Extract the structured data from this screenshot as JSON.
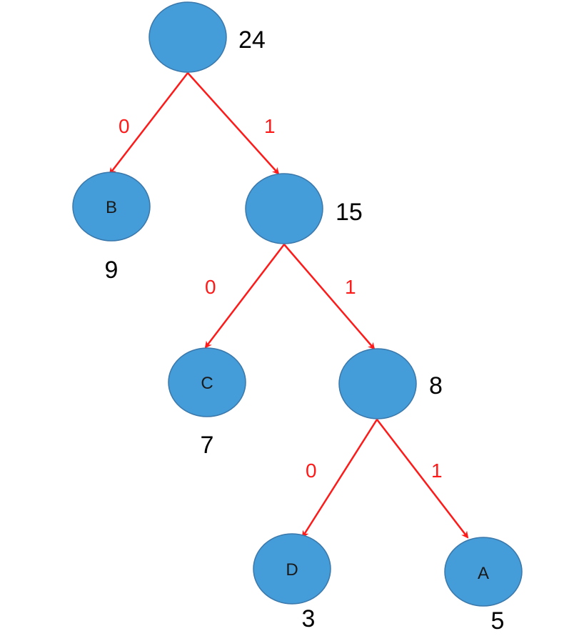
{
  "colors": {
    "node_fill": "#449cd9",
    "edge": "#ff1a1a",
    "weight_text": "#000000"
  },
  "nodes": {
    "root": {
      "letter": "",
      "weight": "24"
    },
    "b": {
      "letter": "B",
      "weight": "9"
    },
    "n15": {
      "letter": "",
      "weight": "15"
    },
    "c": {
      "letter": "C",
      "weight": "7"
    },
    "n8": {
      "letter": "",
      "weight": "8"
    },
    "d": {
      "letter": "D",
      "weight": "3"
    },
    "a": {
      "letter": "A",
      "weight": "5"
    }
  },
  "edges": [
    {
      "from": "root",
      "to": "b",
      "label": "0"
    },
    {
      "from": "root",
      "to": "n15",
      "label": "1"
    },
    {
      "from": "n15",
      "to": "c",
      "label": "0"
    },
    {
      "from": "n15",
      "to": "n8",
      "label": "1"
    },
    {
      "from": "n8",
      "to": "d",
      "label": "0"
    },
    {
      "from": "n8",
      "to": "a",
      "label": "1"
    }
  ]
}
